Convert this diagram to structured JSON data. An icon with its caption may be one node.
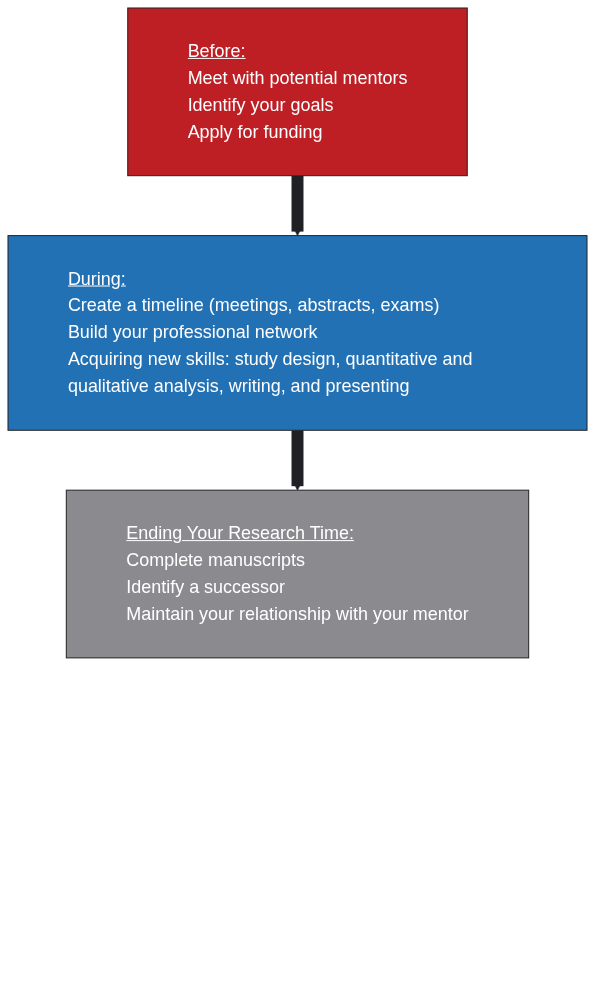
{
  "diagram": {
    "nodes": [
      {
        "text": [
          "Before:",
          "Meet with potential mentors",
          "Identify your goals",
          "Apply for funding"
        ]
      },
      {
        "text": [
          "During:",
          "Create a timeline (meetings, abstracts, exams)",
          "Build your professional network",
          "Acquiring new skills: study design, quantitative and qualitative analysis, writing, and presenting"
        ]
      },
      {
        "text": [
          "Ending Your Research Time:",
          "Complete manuscripts",
          "Identify a successor",
          "Maintain your relationship with your mentor"
        ]
      }
    ],
    "edges": [
      {
        "from": 0,
        "to": 1,
        "arrow": "to"
      },
      {
        "from": 1,
        "to": 2,
        "arrow": "to"
      }
    ]
  }
}
